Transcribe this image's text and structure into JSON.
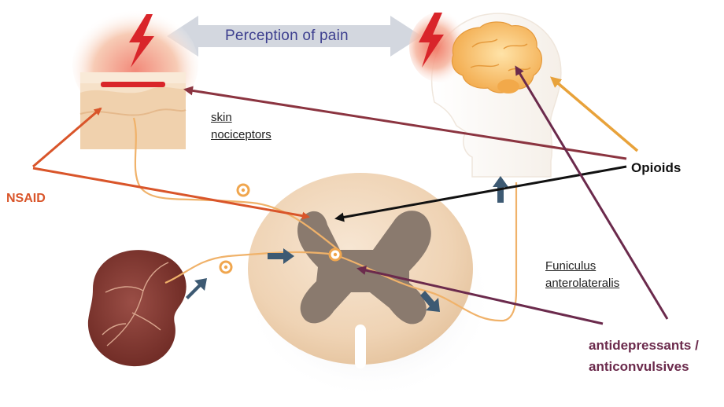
{
  "labels": {
    "perception": "Perception of pain",
    "skin_line1": "skin",
    "skin_line2": "nociceptors",
    "funiculus_line1": "Funiculus",
    "funiculus_line2": "anterolateralis",
    "opioids": "Opioids",
    "nsaid": "NSAID",
    "antidep_line1": "antidepressants /",
    "antidep_line2": "anticonvulsives"
  },
  "colors": {
    "nsaid": "#d9552a",
    "opioids": "#111111",
    "opioids_skin": "#8b3440",
    "opioids_brain": "#e8a23a",
    "antidep": "#6b2a4c",
    "nerve": "#f0b26a",
    "perception_arrow": "#cfd4dc",
    "perception_text": "#3d3f8f",
    "signal_arrow": "#3d5a73",
    "lightning": "#d9252a"
  },
  "icons": [
    "lightning-bolt-icon",
    "brain-icon",
    "head-profile-icon",
    "skin-section-icon",
    "spinal-cord-section-icon",
    "organ-icon",
    "nerve-ganglion-icon",
    "signal-arrow-icon"
  ]
}
